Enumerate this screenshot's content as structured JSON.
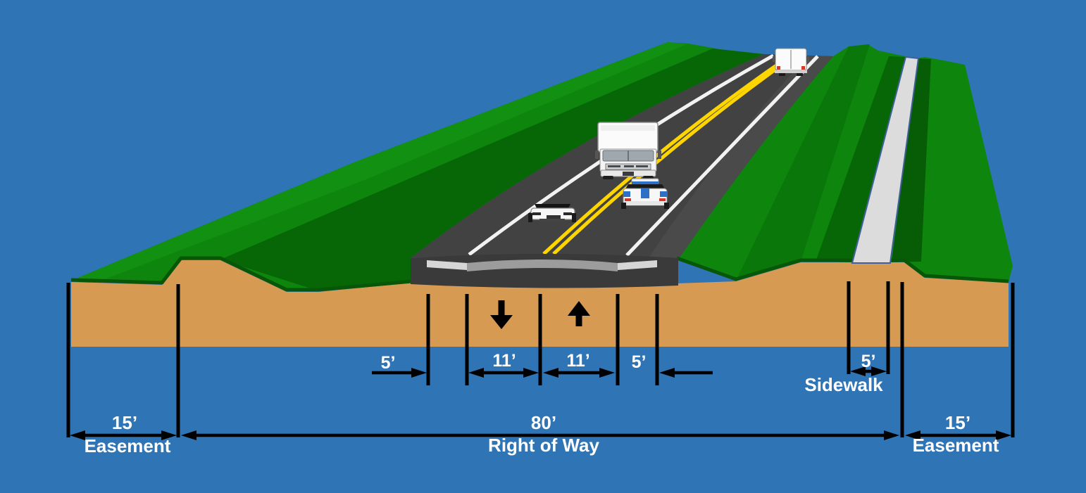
{
  "diagram": {
    "type": "roadway-cross-section",
    "labels": {
      "shoulder_left": "5’",
      "lane_left": "11’",
      "lane_right": "11’",
      "shoulder_right": "5’",
      "sidewalk_width": "5’",
      "sidewalk": "Sidewalk",
      "easement_left_value": "15’",
      "easement_left_label": "Easement",
      "right_of_way_value": "80’",
      "right_of_way_label": "Right of Way",
      "easement_right_value": "15’",
      "easement_right_label": "Easement"
    },
    "lane_directions": {
      "left_lane": "toward-viewer",
      "right_lane": "away-from-viewer"
    },
    "vehicles": [
      "box-truck-front",
      "sports-car-front",
      "police-style-car-rear",
      "van-rear"
    ],
    "colors": {
      "sky": "#2F74B5",
      "grass_light": "#0E860E",
      "grass_dark": "#076707",
      "grass_rim": "#085708",
      "earth": "#D69A53",
      "road": "#424242",
      "road_cut_face": "#3A3A3A",
      "cut_band_gray": "#9C9C9C",
      "cut_band_light": "#D6D6D6",
      "sidewalk": "#DCDCDC",
      "sidewalk_edge": "#3E5F9A",
      "edge_line_white": "#F2F2F2",
      "center_line_yellow": "#FFD500",
      "dimension_lines": "#000000",
      "label_text": "#FFFFFF"
    }
  }
}
